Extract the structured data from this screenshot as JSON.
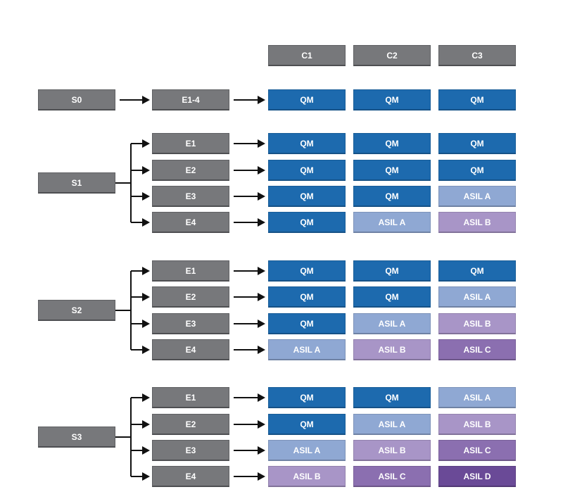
{
  "columns": [
    "C1",
    "C2",
    "C3"
  ],
  "colors": {
    "QM": "#1d6aae",
    "ASIL A": "#8fa8d3",
    "ASIL B": "#a895c7",
    "ASIL C": "#8b6fb0",
    "ASIL D": "#6a4a97",
    "box_gray": "#77787b",
    "line": "#111111"
  },
  "groups": [
    {
      "label": "S0",
      "rows": [
        {
          "exposure": "E1-4",
          "levels": [
            "QM",
            "QM",
            "QM"
          ]
        }
      ]
    },
    {
      "label": "S1",
      "rows": [
        {
          "exposure": "E1",
          "levels": [
            "QM",
            "QM",
            "QM"
          ]
        },
        {
          "exposure": "E2",
          "levels": [
            "QM",
            "QM",
            "QM"
          ]
        },
        {
          "exposure": "E3",
          "levels": [
            "QM",
            "QM",
            "ASIL A"
          ]
        },
        {
          "exposure": "E4",
          "levels": [
            "QM",
            "ASIL A",
            "ASIL B"
          ]
        }
      ]
    },
    {
      "label": "S2",
      "rows": [
        {
          "exposure": "E1",
          "levels": [
            "QM",
            "QM",
            "QM"
          ]
        },
        {
          "exposure": "E2",
          "levels": [
            "QM",
            "QM",
            "ASIL A"
          ]
        },
        {
          "exposure": "E3",
          "levels": [
            "QM",
            "ASIL A",
            "ASIL B"
          ]
        },
        {
          "exposure": "E4",
          "levels": [
            "ASIL A",
            "ASIL B",
            "ASIL C"
          ]
        }
      ]
    },
    {
      "label": "S3",
      "rows": [
        {
          "exposure": "E1",
          "levels": [
            "QM",
            "QM",
            "ASIL A"
          ]
        },
        {
          "exposure": "E2",
          "levels": [
            "QM",
            "ASIL A",
            "ASIL B"
          ]
        },
        {
          "exposure": "E3",
          "levels": [
            "ASIL A",
            "ASIL B",
            "ASIL C"
          ]
        },
        {
          "exposure": "E4",
          "levels": [
            "ASIL B",
            "ASIL C",
            "ASIL D"
          ]
        }
      ]
    }
  ]
}
